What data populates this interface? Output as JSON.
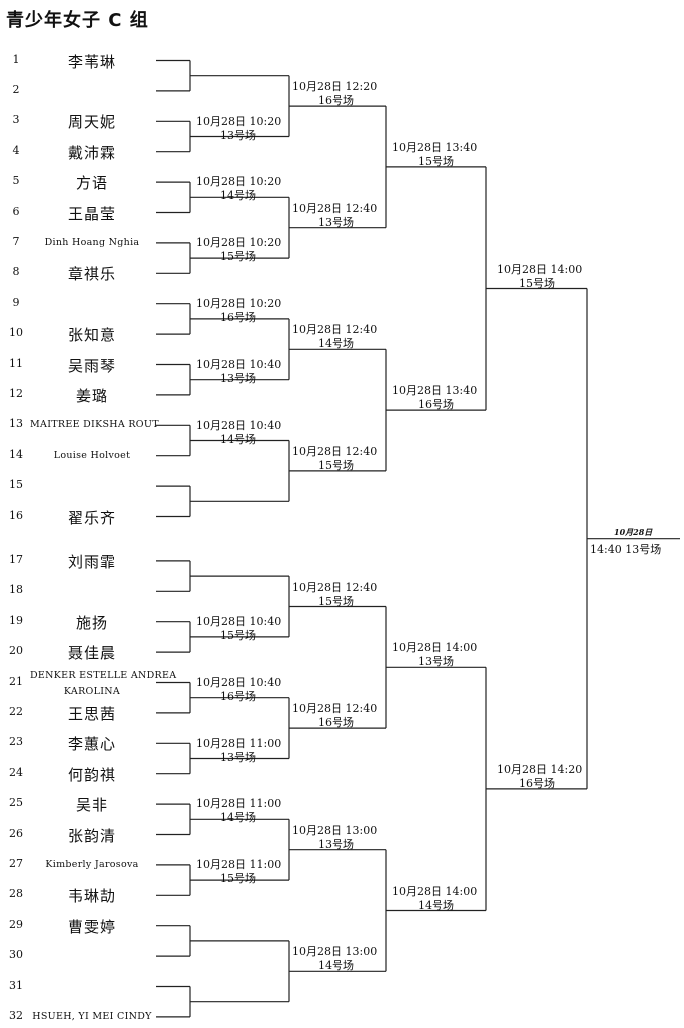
{
  "title": "青少年女子 C 组",
  "players": [
    {
      "num": "1",
      "name": "李苇琳"
    },
    {
      "num": "2",
      "name": ""
    },
    {
      "num": "3",
      "name": "周天妮"
    },
    {
      "num": "4",
      "name": "戴沛霖"
    },
    {
      "num": "5",
      "name": "方语"
    },
    {
      "num": "6",
      "name": "王晶莹"
    },
    {
      "num": "7",
      "name": "Dinh Hoang Nghia"
    },
    {
      "num": "8",
      "name": "章祺乐"
    },
    {
      "num": "9",
      "name": ""
    },
    {
      "num": "10",
      "name": "张知意"
    },
    {
      "num": "11",
      "name": "吴雨琴"
    },
    {
      "num": "12",
      "name": "姜璐"
    },
    {
      "num": "13",
      "name": "MAITREE DIKSHA ROUT"
    },
    {
      "num": "14",
      "name": "Louise Holvoet"
    },
    {
      "num": "15",
      "name": ""
    },
    {
      "num": "16",
      "name": "翟乐齐"
    },
    {
      "num": "17",
      "name": "刘雨霏"
    },
    {
      "num": "18",
      "name": ""
    },
    {
      "num": "19",
      "name": "施扬"
    },
    {
      "num": "20",
      "name": "聂佳晨"
    },
    {
      "num": "21",
      "name": "DENKER ESTELLE ANDREA",
      "name2": "KAROLINA"
    },
    {
      "num": "22",
      "name": "王思茜"
    },
    {
      "num": "23",
      "name": "李蕙心"
    },
    {
      "num": "24",
      "name": "何韵祺"
    },
    {
      "num": "25",
      "name": "吴非"
    },
    {
      "num": "26",
      "name": "张韵清"
    },
    {
      "num": "27",
      "name": "Kimberly Jarosova"
    },
    {
      "num": "28",
      "name": "韦琳劼"
    },
    {
      "num": "29",
      "name": "曹雯婷"
    },
    {
      "num": "30",
      "name": ""
    },
    {
      "num": "31",
      "name": ""
    },
    {
      "num": "32",
      "name": "HSUEH, YI MEI CINDY"
    }
  ],
  "round1": [
    {
      "date": "",
      "venue": ""
    },
    {
      "date": "10月28日  10:20",
      "venue": "13号场"
    },
    {
      "date": "10月28日  10:20",
      "venue": "14号场"
    },
    {
      "date": "10月28日  10:20",
      "venue": "15号场"
    },
    {
      "date": "10月28日  10:20",
      "venue": "16号场"
    },
    {
      "date": "10月28日  10:40",
      "venue": "13号场"
    },
    {
      "date": "10月28日  10:40",
      "venue": "14号场"
    },
    {
      "date": "",
      "venue": ""
    },
    {
      "date": "",
      "venue": ""
    },
    {
      "date": "10月28日  10:40",
      "venue": "15号场"
    },
    {
      "date": "10月28日  10:40",
      "venue": "16号场"
    },
    {
      "date": "10月28日  11:00",
      "venue": "13号场"
    },
    {
      "date": "10月28日  11:00",
      "venue": "14号场"
    },
    {
      "date": "10月28日  11:00",
      "venue": "15号场"
    },
    {
      "date": "",
      "venue": ""
    },
    {
      "date": "",
      "venue": ""
    }
  ],
  "round2": [
    {
      "date": "10月28日  12:20",
      "venue": "16号场"
    },
    {
      "date": "10月28日  12:40",
      "venue": "13号场"
    },
    {
      "date": "10月28日  12:40",
      "venue": "14号场"
    },
    {
      "date": "10月28日  12:40",
      "venue": "15号场"
    },
    {
      "date": "10月28日  12:40",
      "venue": "15号场"
    },
    {
      "date": "10月28日  12:40",
      "venue": "16号场"
    },
    {
      "date": "10月28日  13:00",
      "venue": "13号场"
    },
    {
      "date": "10月28日  13:00",
      "venue": "14号场"
    }
  ],
  "round3": [
    {
      "date": "10月28日  13:40",
      "venue": "15号场"
    },
    {
      "date": "10月28日  13:40",
      "venue": "16号场"
    },
    {
      "date": "10月28日  14:00",
      "venue": "13号场"
    },
    {
      "date": "10月28日  14:00",
      "venue": "14号场"
    }
  ],
  "round4": [
    {
      "date": "10月28日 14:00",
      "venue": "15号场"
    },
    {
      "date": "10月28日  14:20",
      "venue": "16号场"
    }
  ],
  "final": {
    "date": "10月28日",
    "time_venue": "14:40   13号场"
  }
}
